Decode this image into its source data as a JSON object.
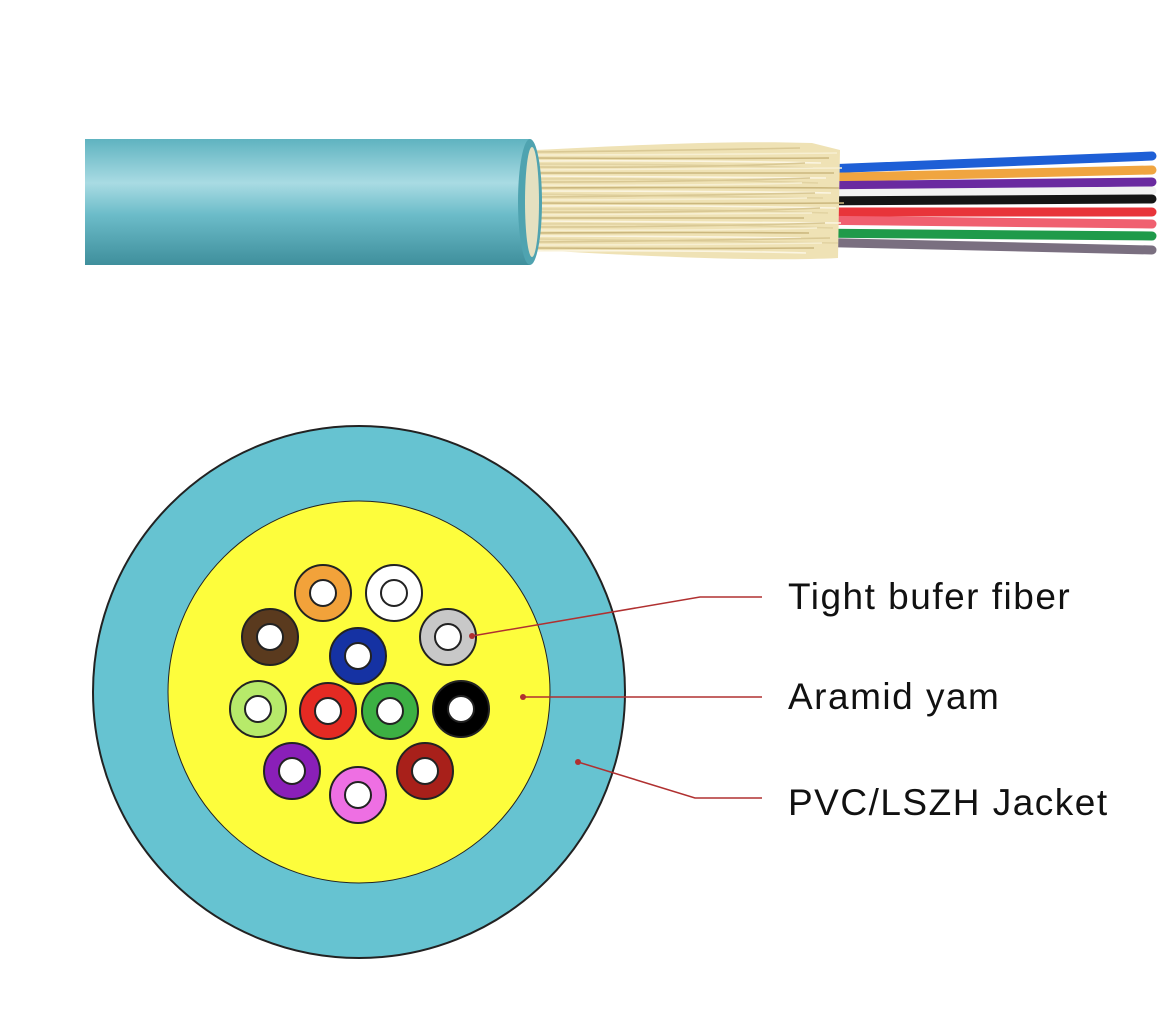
{
  "colors": {
    "jacket": "#66c3d1",
    "jacket_side_dark": "#3f8f9c",
    "jacket_side_light": "#a9dbe3",
    "aramid": "#fdfd3c",
    "aramid_strands": "#efe2b5",
    "leader": "#b03030",
    "outline": "#222222"
  },
  "labels": {
    "tight_buffer": "Tight bufer fiber",
    "aramid": "Aramid yam",
    "jacket": "PVC/LSZH Jacket"
  },
  "fibers": [
    {
      "name": "orange-fiber",
      "color": "#f2a23a"
    },
    {
      "name": "white-fiber",
      "color": "#ffffff"
    },
    {
      "name": "brown-fiber",
      "color": "#5a3a1e"
    },
    {
      "name": "blue-fiber",
      "color": "#1532a3"
    },
    {
      "name": "gray-fiber",
      "color": "#c8c8c8"
    },
    {
      "name": "lime-fiber",
      "color": "#b7ea6a"
    },
    {
      "name": "red-fiber",
      "color": "#e42a23"
    },
    {
      "name": "green-fiber",
      "color": "#3cb043"
    },
    {
      "name": "black-fiber",
      "color": "#000000"
    },
    {
      "name": "violet-fiber",
      "color": "#8a1fb8"
    },
    {
      "name": "rose-fiber",
      "color": "#ee6fe3"
    },
    {
      "name": "maroon-fiber",
      "color": "#a8201a"
    }
  ],
  "side_fibers": [
    {
      "name": "blue-strand",
      "color": "#1e5fd6"
    },
    {
      "name": "orange-strand",
      "color": "#f0a540"
    },
    {
      "name": "violet-strand",
      "color": "#6a2aa0"
    },
    {
      "name": "white-strand",
      "color": "#f2f2f2"
    },
    {
      "name": "black-strand",
      "color": "#151515"
    },
    {
      "name": "red-strand",
      "color": "#e8343a"
    },
    {
      "name": "rose-strand",
      "color": "#f06070"
    },
    {
      "name": "green-strand",
      "color": "#1f9a4a"
    },
    {
      "name": "gray-strand",
      "color": "#7a6f80"
    }
  ]
}
